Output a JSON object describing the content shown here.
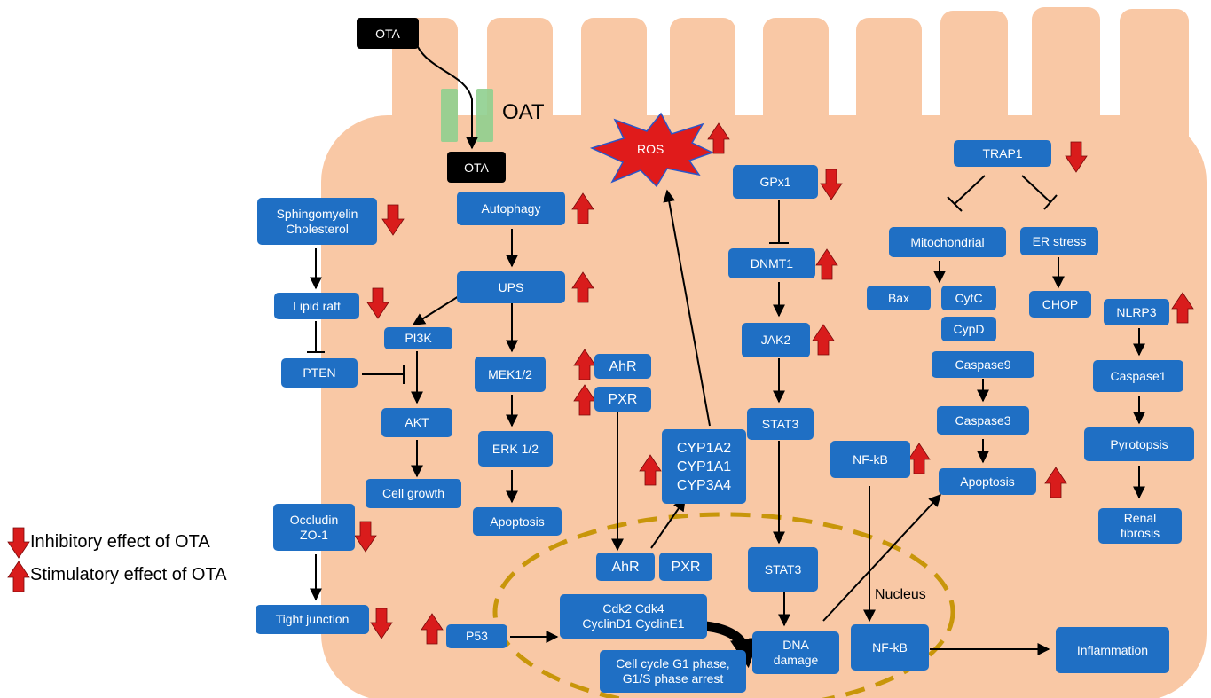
{
  "colors": {
    "cell": "#f9c8a5",
    "node": "#1f6fc4",
    "nucleus_border": "#c8960a",
    "arrow_red": "#d91c1c",
    "transporter": "#8fcf8f"
  },
  "ota_outside": "OTA",
  "ota_inside": "OTA",
  "transporter_label": "OAT",
  "ros_label": "ROS",
  "nucleus_label": "Nucleus",
  "nodes": {
    "sphingomyelin": "Sphingomyelin\nCholesterol",
    "autophagy": "Autophagy",
    "gpx1": "GPx1",
    "trap1": "TRAP1",
    "lipid_raft": "Lipid raft",
    "ups": "UPS",
    "dnmt1": "DNMT1",
    "mitochondrial": "Mitochondrial",
    "er_stress": "ER stress",
    "bax": "Bax",
    "cytc": "CytC",
    "chop": "CHOP",
    "pi3k": "PI3K",
    "cypd": "CypD",
    "nlrp3": "NLRP3",
    "jak2": "JAK2",
    "pten": "PTEN",
    "mek12": "MEK1/2",
    "ahr_top": "AhR",
    "pxr_top": "PXR",
    "caspase9": "Caspase9",
    "caspase1": "Caspase1",
    "akt": "AKT",
    "caspase3": "Caspase3",
    "stat3_top": "STAT3",
    "erk12": "ERK 1/2",
    "cyp": "CYP1A2\nCYP1A1\nCYP3A4",
    "pyrotopsis": "Pyrotopsis",
    "nfkb_top": "NF-kB",
    "apoptosis_right": "Apoptosis",
    "cell_growth": "Cell growth",
    "occludin": "Occludin\nZO-1",
    "apoptosis_left": "Apoptosis",
    "renal_fibrosis": "Renal\nfibrosis",
    "ahr_nuc": "AhR",
    "pxr_nuc": "PXR",
    "stat3_nuc": "STAT3",
    "cdk": "Cdk2  Cdk4\nCyclinD1 CyclinE1",
    "tight_junction": "Tight junction",
    "p53": "P53",
    "dna_damage": "DNA\ndamage",
    "nfkb_nuc": "NF-kB",
    "inflammation": "Inflammation",
    "cell_cycle": "Cell cycle G1 phase,\nG1/S phase arrest"
  },
  "legend": {
    "inhibitory": "Inhibitory effect of OTA",
    "stimulatory": "Stimulatory effect of OTA"
  }
}
